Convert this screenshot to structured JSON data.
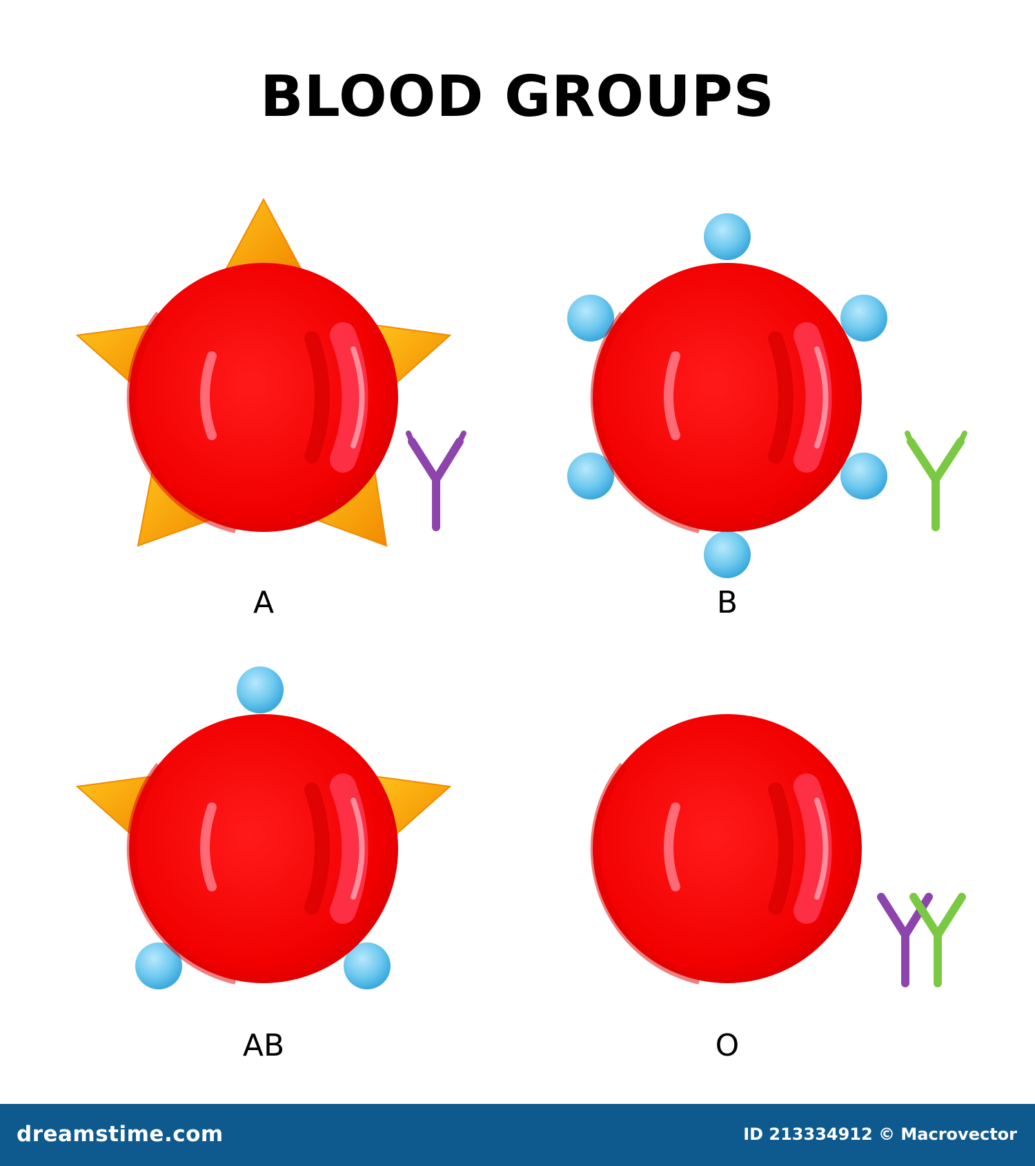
{
  "title": "BLOOD GROUPS",
  "groups": [
    {
      "label": "A",
      "antigen": "star-shaped antigen",
      "antibody": "purple antibody"
    },
    {
      "label": "B",
      "antigen": "round antigen",
      "antibody": "green antibody"
    },
    {
      "label": "AB",
      "antigen": "star-shaped and round antigens",
      "antibody": "none"
    },
    {
      "label": "O",
      "antigen": "none",
      "antibody": "purple and green antibodies"
    }
  ],
  "colors": {
    "cell": "#f20000",
    "cell_shadow": "#d80000",
    "star_antigen": "#f9a51a",
    "round_antigen": "#5bbfe8",
    "antibody_a": "#8e44ad",
    "antibody_b": "#7ac943",
    "footer": "#0e5a8f"
  },
  "footer": {
    "site": "dreamstime.com",
    "image_id": "ID 213334912 © Macrovector"
  }
}
